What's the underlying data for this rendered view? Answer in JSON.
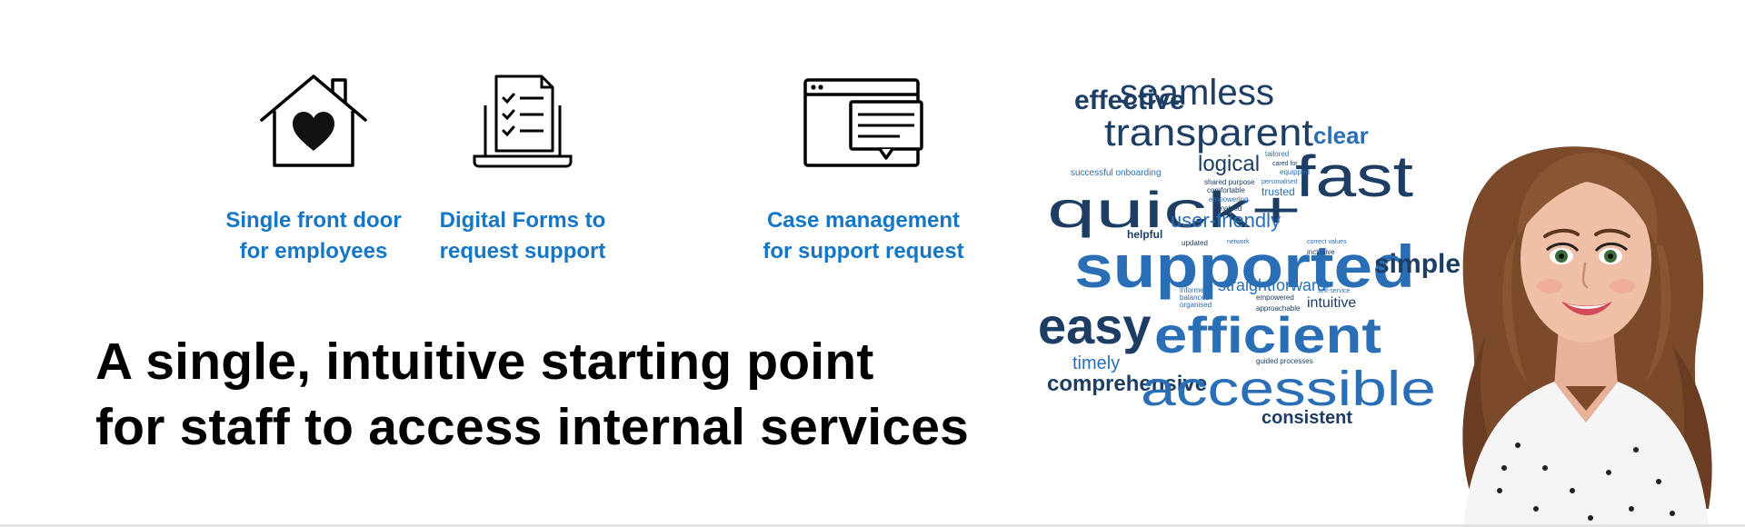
{
  "features": [
    {
      "icon": "house-heart-icon",
      "lines": [
        "Single front door",
        "for employees"
      ]
    },
    {
      "icon": "laptop-checklist-icon",
      "lines": [
        "Digital Forms to",
        "request support"
      ]
    },
    {
      "icon": "browser-message-icon",
      "lines": [
        "Case management",
        "for support request"
      ]
    }
  ],
  "headline": {
    "line1": "A single, intuitive starting point",
    "line2": "for staff to access internal services"
  },
  "word_cloud": {
    "words": [
      {
        "text": "effective"
      },
      {
        "text": "seamless"
      },
      {
        "text": "transparent"
      },
      {
        "text": "clear"
      },
      {
        "text": "logical"
      },
      {
        "text": "fast"
      },
      {
        "text": "quick+"
      },
      {
        "text": "successful onboarding"
      },
      {
        "text": "user-friendly"
      },
      {
        "text": "helpful"
      },
      {
        "text": "supported"
      },
      {
        "text": "simple"
      },
      {
        "text": "straightforward"
      },
      {
        "text": "intuitive"
      },
      {
        "text": "trusted"
      },
      {
        "text": "easy"
      },
      {
        "text": "efficient"
      },
      {
        "text": "timely"
      },
      {
        "text": "comprehensive"
      },
      {
        "text": "accessible"
      },
      {
        "text": "consistent"
      },
      {
        "text": "inclusive"
      },
      {
        "text": "tailored"
      },
      {
        "text": "equipped"
      },
      {
        "text": "comfortable"
      },
      {
        "text": "empowering"
      },
      {
        "text": "enabled"
      },
      {
        "text": "updated"
      },
      {
        "text": "informed"
      },
      {
        "text": "balanced"
      },
      {
        "text": "organised"
      },
      {
        "text": "approachable"
      },
      {
        "text": "empowered"
      },
      {
        "text": "guided processes"
      },
      {
        "text": "shared purpose"
      },
      {
        "text": "correct values"
      },
      {
        "text": "self-service"
      },
      {
        "text": "network"
      },
      {
        "text": "cared for"
      },
      {
        "text": "personalised"
      }
    ]
  },
  "colors": {
    "accent_blue": "#1476c6",
    "navy": "#1d3d63",
    "mid_blue": "#2a6fb5",
    "light_blue": "#4c9ad8"
  }
}
